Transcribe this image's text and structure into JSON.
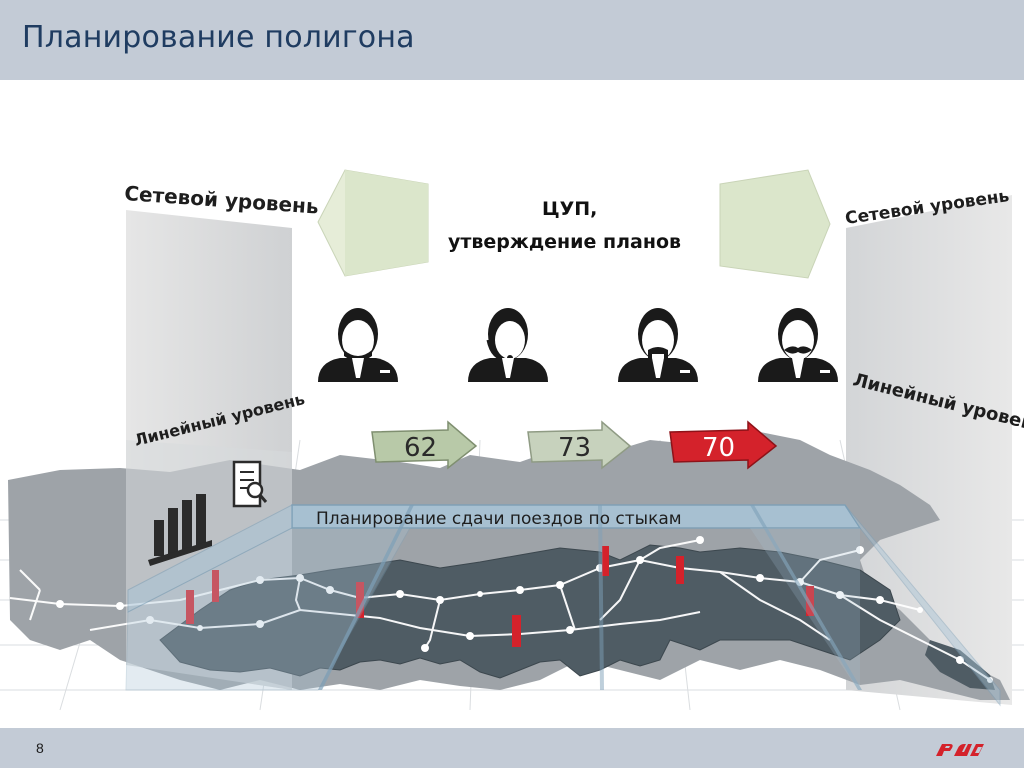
{
  "slide": {
    "title": "Планирование полигона",
    "page_number": "8",
    "logo_icon": "rzd-logo"
  },
  "diagram": {
    "header_line1": "ЦУП,",
    "header_line2": "утверждение планов",
    "left_network_level": "Сетевой уровень",
    "left_line_level": "Линейный уровень",
    "right_network_level": "Сетевой уровень",
    "right_line_level": "Линейный уровень",
    "strip_label": "Планирование сдачи поездов по стыкам",
    "arrows": [
      {
        "value": "62",
        "color": "#b8c9a8",
        "text_color": "#2a2a2a"
      },
      {
        "value": "73",
        "color": "#c7d2bd",
        "text_color": "#2a2a2a"
      },
      {
        "value": "70",
        "color": "#d4222b",
        "text_color": "#ffffff"
      }
    ],
    "dispatchers": [
      "dispatcher-icon",
      "dispatcher-headset-icon",
      "dispatcher-mustache-icon",
      "dispatcher-mustache-icon"
    ],
    "colors": {
      "accent_red": "#d4222b",
      "map_dark": "#4f5c64",
      "map_light": "#9aa0a6",
      "panel_blue": "#a9c4d6"
    }
  }
}
